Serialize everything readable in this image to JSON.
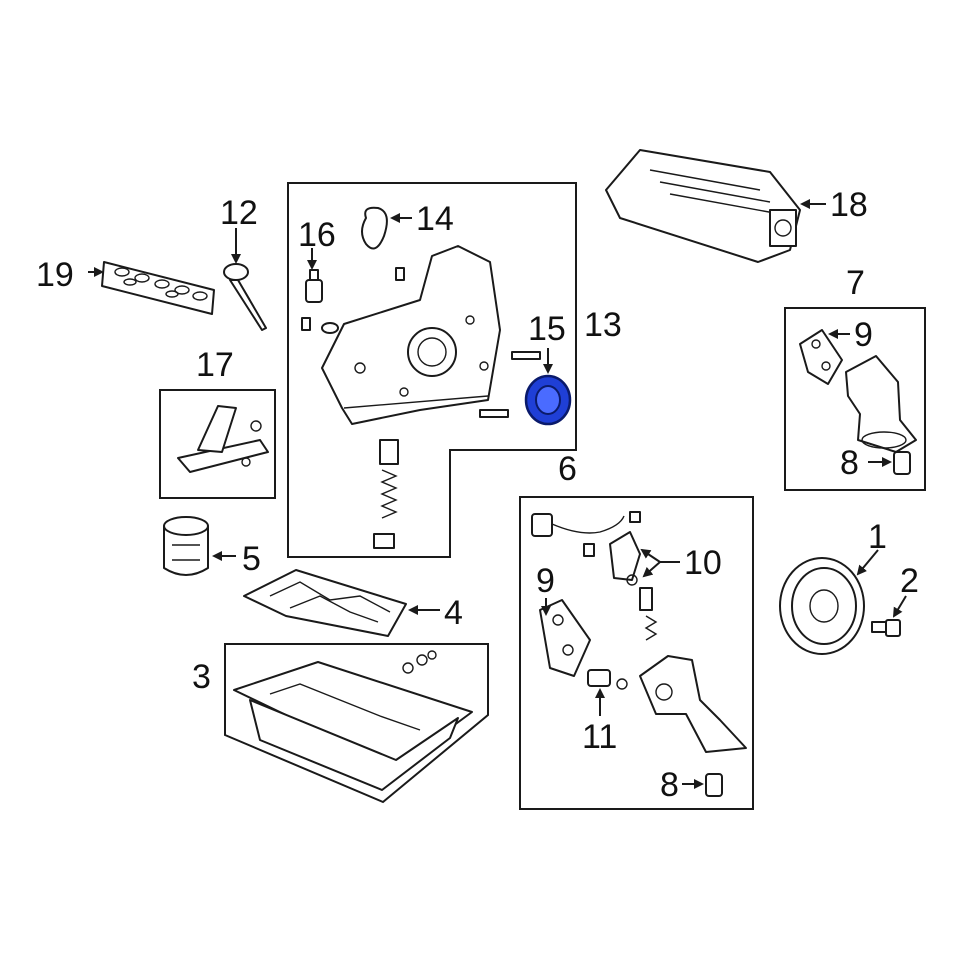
{
  "diagram": {
    "callouts": {
      "c1": "1",
      "c2": "2",
      "c3": "3",
      "c4": "4",
      "c5": "5",
      "c6": "6",
      "c7": "7",
      "c8a": "8",
      "c8b": "8",
      "c9a": "9",
      "c9b": "9",
      "c10": "10",
      "c11": "11",
      "c12": "12",
      "c13": "13",
      "c14": "14",
      "c15": "15",
      "c16": "16",
      "c17": "17",
      "c18": "18",
      "c19": "19"
    },
    "colors": {
      "line": "#1a1a1a",
      "highlight_fill": "#1f3fd6",
      "highlight_stroke": "#0a1a6b",
      "background": "#ffffff"
    },
    "highlighted_part": "15"
  }
}
